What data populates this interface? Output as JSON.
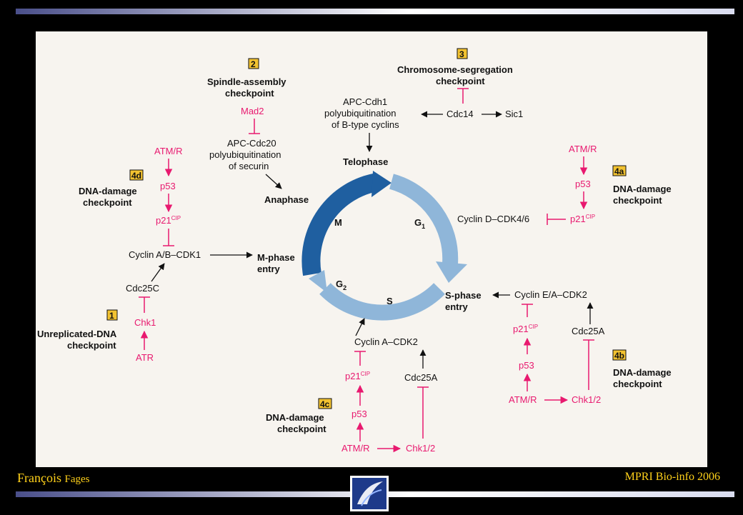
{
  "footer": {
    "author_first": "François",
    "author_last": "Fages",
    "course": "MPRI Bio-info  2006"
  },
  "cycle": {
    "phases": {
      "m": "M",
      "g1_base": "G",
      "g1_sub": "1",
      "s": "S",
      "g2_base": "G",
      "g2_sub": "2"
    },
    "telophase": "Telophase",
    "anaphase": "Anaphase",
    "m_phase_entry": [
      "M-phase",
      "entry"
    ],
    "s_phase_entry": [
      "S-phase",
      "entry"
    ]
  },
  "checkpoints": {
    "spindle": {
      "number": "2",
      "title": [
        "Spindle-assembly",
        "checkpoint"
      ],
      "mad2": "Mad2",
      "apc_cdc20": [
        "APC-Cdc20",
        "polyubiquitination",
        "of securin"
      ]
    },
    "segregation": {
      "number": "3",
      "title": [
        "Chromosome-segregation",
        "checkpoint"
      ],
      "apc_cdh1": [
        "APC-Cdh1",
        "polyubiquitination",
        "of B-type cyclins"
      ],
      "cdc14": "Cdc14",
      "sic1": "Sic1"
    },
    "dd_4d": {
      "number": "4d",
      "title": [
        "DNA-damage",
        "checkpoint"
      ],
      "atm": "ATM/R",
      "p53": "p53",
      "p21": "p21",
      "p21_sup": "CIP"
    },
    "dd_4a": {
      "number": "4a",
      "title": [
        "DNA-damage",
        "checkpoint"
      ],
      "atm": "ATM/R",
      "p53": "p53",
      "p21": "p21",
      "p21_sup": "CIP",
      "cyclin": "Cyclin D–CDK4/6"
    },
    "unreplicated": {
      "number": "1",
      "title": [
        "Unreplicated-DNA",
        "checkpoint"
      ],
      "cyclin_ab": "Cyclin A/B–CDK1",
      "cdc25c": "Cdc25C",
      "chk1": "Chk1",
      "atr": "ATR"
    },
    "dd_4c": {
      "number": "4c",
      "title": [
        "DNA-damage",
        "checkpoint"
      ],
      "cyclin_a": "Cyclin A–CDK2",
      "p21": "p21",
      "p21_sup": "CIP",
      "cdc25a": "Cdc25A",
      "p53": "p53",
      "atm": "ATM/R",
      "chk": "Chk1/2"
    },
    "dd_4b": {
      "number": "4b",
      "title": [
        "DNA-damage",
        "checkpoint"
      ],
      "cyclin_ea": "Cyclin E/A–CDK2",
      "p21": "p21",
      "p21_sup": "CIP",
      "cdc25a": "Cdc25A",
      "p53": "p53",
      "atm": "ATM/R",
      "chk": "Chk1/2"
    }
  },
  "colors": {
    "inhibition": "#e8196f",
    "cycle_dark": "#1f5fa0",
    "cycle_light": "#8fb6d9",
    "footer_text": "#ffd11a"
  }
}
